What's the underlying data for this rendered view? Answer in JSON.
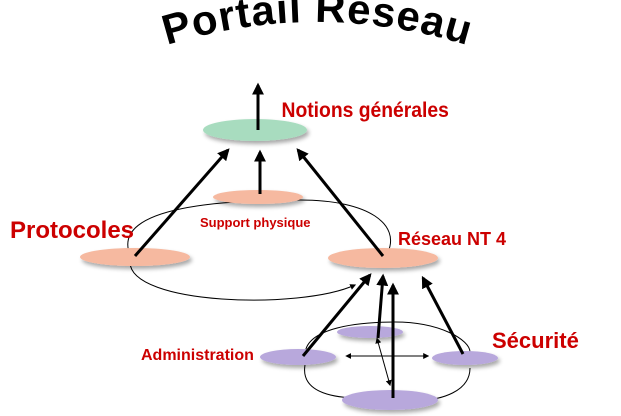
{
  "title": "Portail Réseau",
  "nodes": {
    "notions": {
      "label": "Notions générales",
      "color": "#a8dcbf"
    },
    "support": {
      "label": "Support physique",
      "color": "#f6b9a0"
    },
    "protocoles": {
      "label": "Protocoles",
      "color": "#f6b9a0"
    },
    "reseau_nt4": {
      "label": "Réseau NT 4",
      "color": "#f6b9a0"
    },
    "administration": {
      "label": "Administration",
      "color": "#b8a8dc"
    },
    "securite": {
      "label": "Sécurité",
      "color": "#b8a8dc"
    },
    "sub_top": {
      "color": "#b8a8dc"
    },
    "sub_bottom": {
      "color": "#b8a8dc"
    }
  },
  "colors": {
    "label": "#cc0000",
    "arrow": "#000000",
    "title": "#000000"
  }
}
